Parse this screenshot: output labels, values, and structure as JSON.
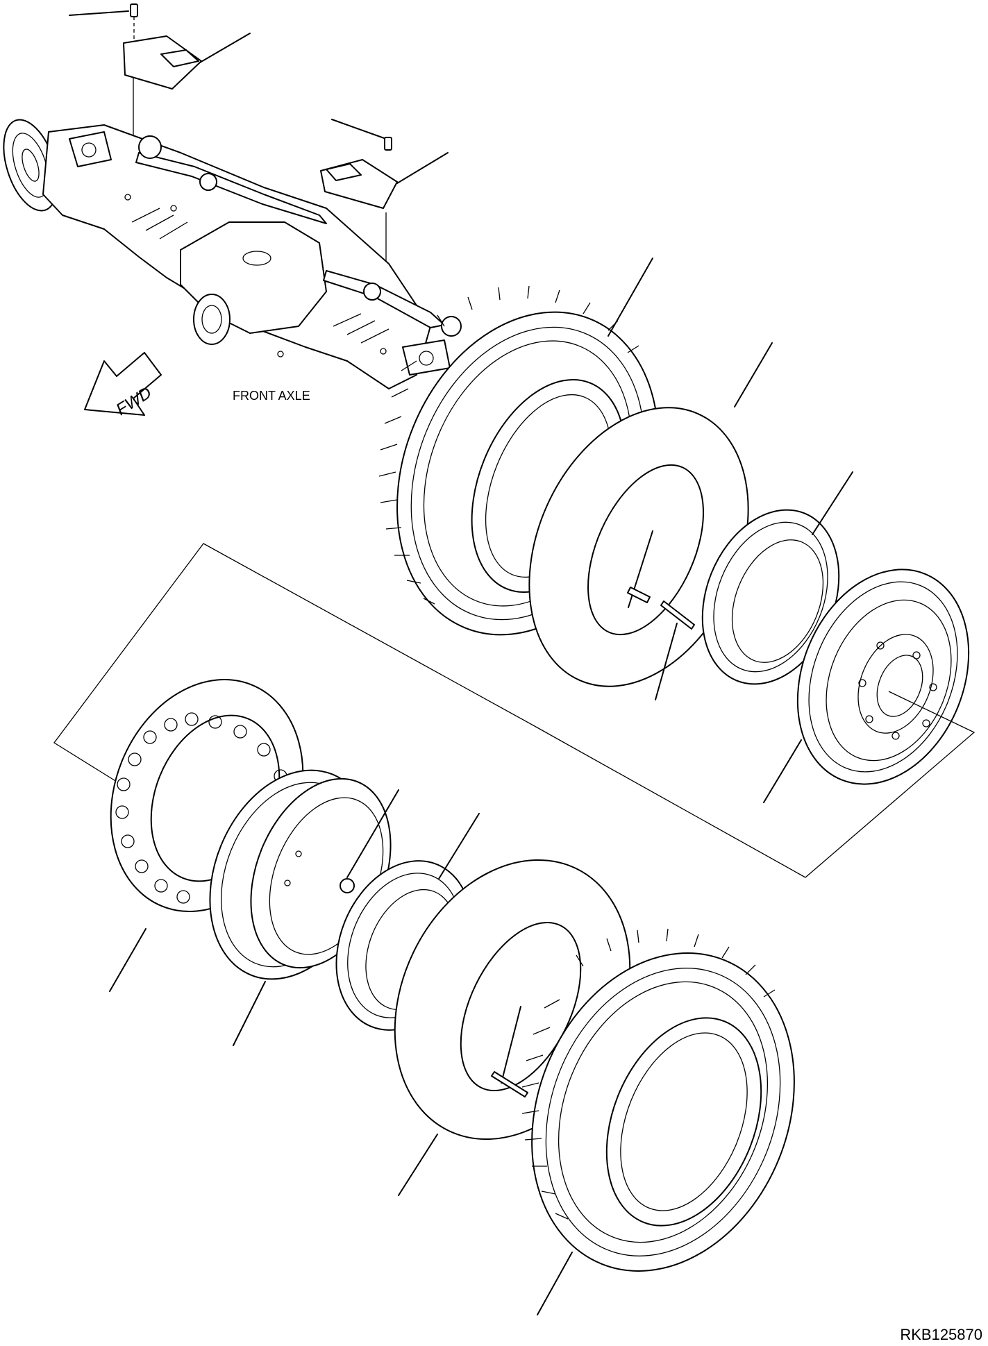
{
  "labels": {
    "front_axle": "FRONT AXLE",
    "fwd": "FWD",
    "drawing_code": "RKB125870"
  },
  "colors": {
    "line": "#000000",
    "background": "#ffffff"
  }
}
